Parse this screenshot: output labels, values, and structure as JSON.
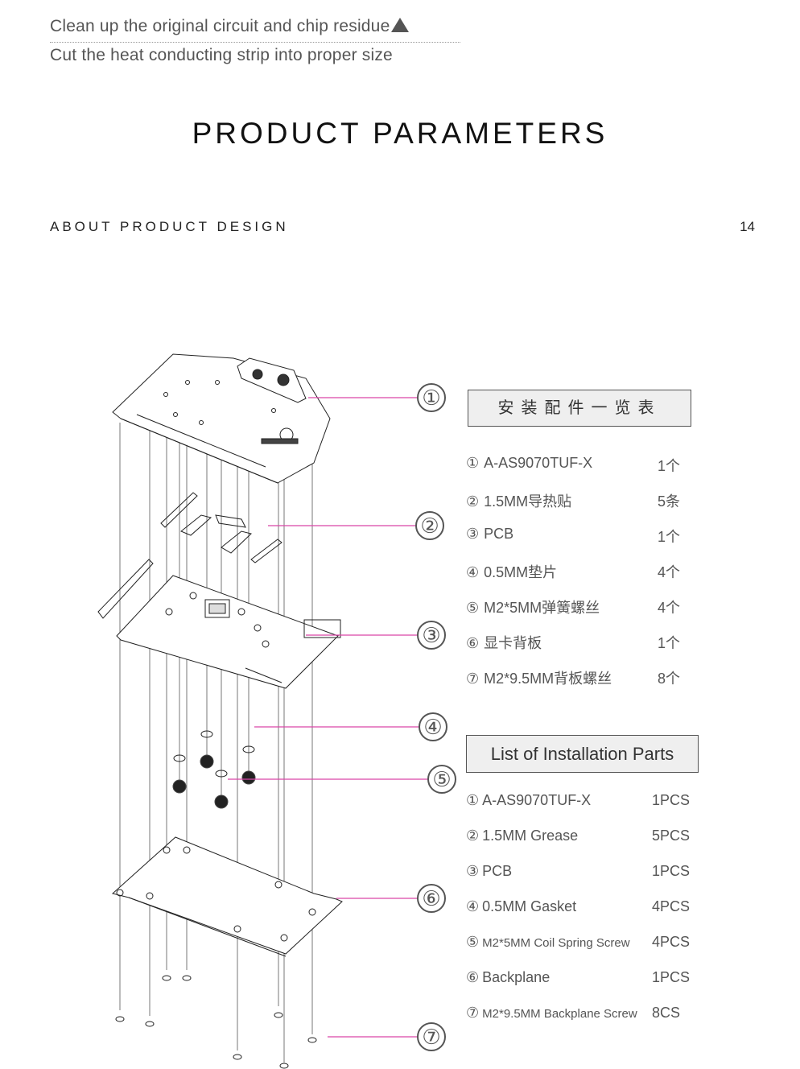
{
  "notes": {
    "line1": "Clean up the original circuit and chip residue",
    "line2": "Cut the heat conducting strip into proper size",
    "line1_marker": "triangle-up"
  },
  "title": "PRODUCT PARAMETERS",
  "section": {
    "label": "ABOUT PRODUCT DESIGN",
    "page": "14"
  },
  "callouts": [
    "①",
    "②",
    "③",
    "④",
    "⑤",
    "⑥",
    "⑦"
  ],
  "callout_color": "#d946a8",
  "parts_cn": {
    "title": "安装配件一览表",
    "items": [
      {
        "num": "①",
        "name": "A-AS9070TUF-X",
        "qty": "1个"
      },
      {
        "num": "②",
        "name": "1.5MM导热贴",
        "qty": "5条"
      },
      {
        "num": "③",
        "name": "PCB",
        "qty": "1个"
      },
      {
        "num": "④",
        "name": "0.5MM垫片",
        "qty": "4个"
      },
      {
        "num": "⑤",
        "name": "M2*5MM弹簧螺丝",
        "qty": "4个"
      },
      {
        "num": "⑥",
        "name": "显卡背板",
        "qty": "1个"
      },
      {
        "num": "⑦",
        "name": "M2*9.5MM背板螺丝",
        "qty": "8个"
      }
    ]
  },
  "parts_en": {
    "title": "List of Installation Parts",
    "items": [
      {
        "num": "①",
        "name": "A-AS9070TUF-X",
        "qty": "1PCS"
      },
      {
        "num": "②",
        "name": "1.5MM Grease",
        "qty": "5PCS"
      },
      {
        "num": "③",
        "name": "PCB",
        "qty": "1PCS"
      },
      {
        "num": "④",
        "name": "0.5MM Gasket",
        "qty": "4PCS"
      },
      {
        "num": "⑤",
        "name": "M2*5MM Coil Spring Screw",
        "qty": "4PCS"
      },
      {
        "num": "⑥",
        "name": "Backplane",
        "qty": "1PCS"
      },
      {
        "num": "⑦",
        "name": "M2*9.5MM Backplane Screw",
        "qty": "8CS"
      }
    ]
  }
}
